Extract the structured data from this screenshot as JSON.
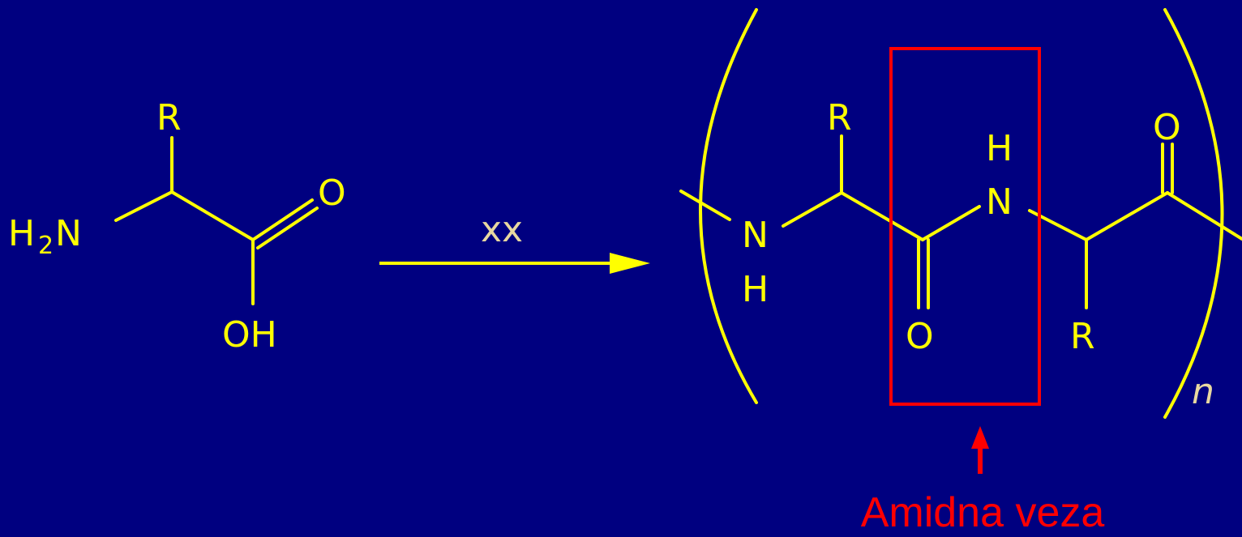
{
  "colors": {
    "background": "#000080",
    "structure": "#FFFF00",
    "reagent": "#E8D8A0",
    "highlight": "#FF0000"
  },
  "monomer": {
    "h2n_main": "H",
    "h2n_sub": "2",
    "h2n_tail": "N",
    "r": "R",
    "o": "O",
    "oh": "OH"
  },
  "arrow": {
    "reagent": "xx"
  },
  "polymer": {
    "r_left": "R",
    "r_right": "R",
    "nh_n1": "N",
    "nh_h1": "H",
    "nh_n2": "N",
    "nh_h2": "H",
    "o_carbonyl_1": "O",
    "o_carbonyl_2": "O",
    "subscript": "n"
  },
  "annotation": {
    "label": "Amidna veza"
  }
}
